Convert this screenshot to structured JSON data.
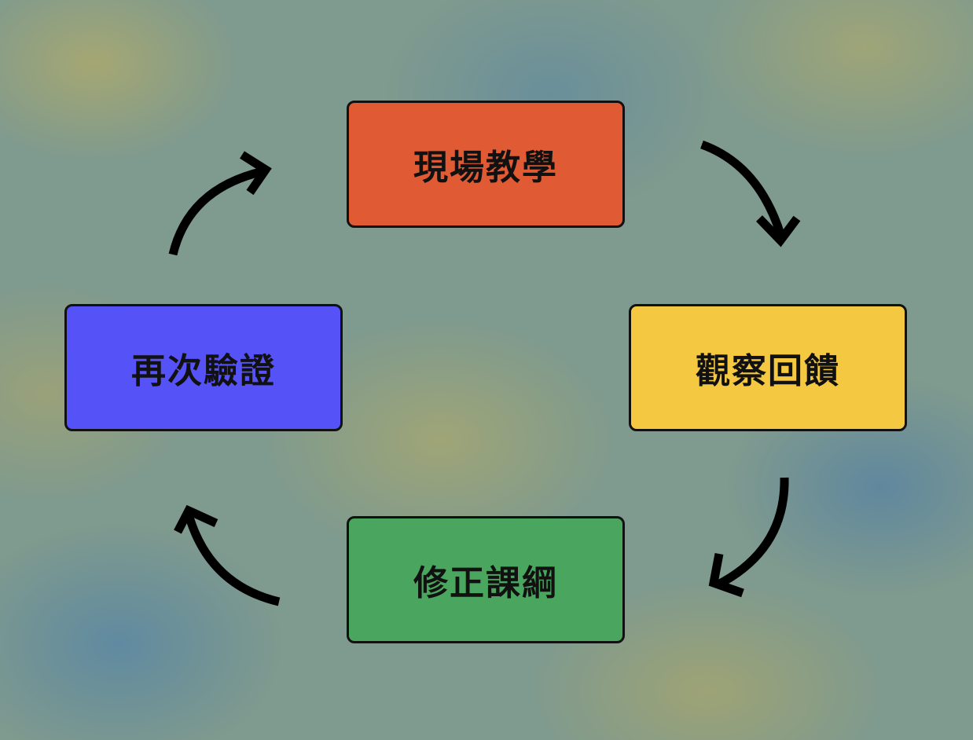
{
  "diagram": {
    "nodes": [
      {
        "id": "teaching",
        "label": "現場教學",
        "color": "#e05a33"
      },
      {
        "id": "feedback",
        "label": "觀察回饋",
        "color": "#f5c842"
      },
      {
        "id": "revise",
        "label": "修正課綱",
        "color": "#4aa65e"
      },
      {
        "id": "verify",
        "label": "再次驗證",
        "color": "#5552f7"
      }
    ],
    "edges": [
      {
        "from": "teaching",
        "to": "feedback"
      },
      {
        "from": "feedback",
        "to": "revise"
      },
      {
        "from": "revise",
        "to": "verify"
      },
      {
        "from": "verify",
        "to": "teaching"
      }
    ],
    "arrow_color": "#000000",
    "border_color": "#111111"
  }
}
